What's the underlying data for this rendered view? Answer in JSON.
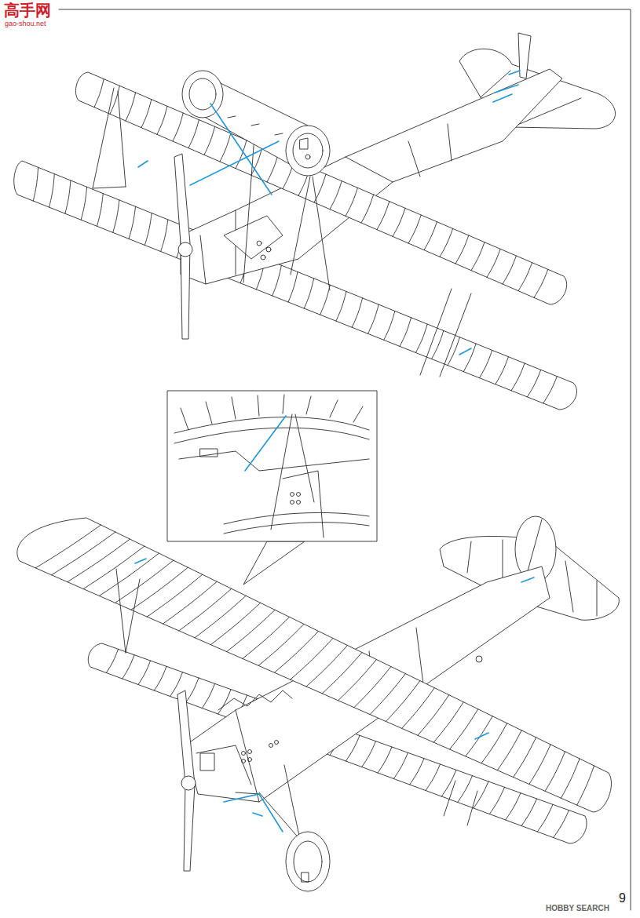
{
  "diagram": {
    "labels": [
      "高手网",
      "gao-shou.net",
      "HOBBY SEARCH",
      "9"
    ]
  }
}
